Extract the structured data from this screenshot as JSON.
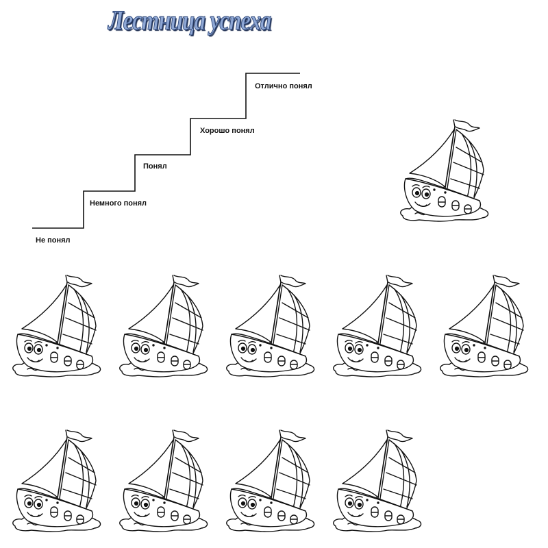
{
  "title": "Лестница успеха",
  "ladder": {
    "steps": [
      {
        "label": "Не понял"
      },
      {
        "label": "Немного понял"
      },
      {
        "label": "Понял"
      },
      {
        "label": "Хорошо понял"
      },
      {
        "label": "Отлично понял"
      }
    ]
  },
  "boats": {
    "icon": "sailboat-icon",
    "count": 10
  },
  "colors": {
    "title_fill": "#8ea7d4",
    "title_stroke": "#2c4577",
    "line": "#111111"
  }
}
